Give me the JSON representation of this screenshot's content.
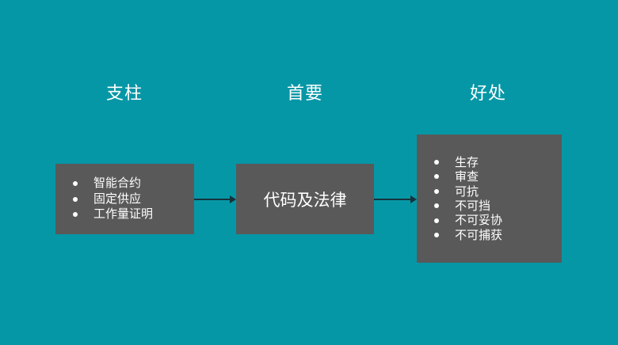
{
  "colors": {
    "background": "#0697a6",
    "box_fill": "#595959",
    "arrow": "#16323c",
    "text": "#ffffff"
  },
  "headers": [
    {
      "label": "支柱"
    },
    {
      "label": "首要"
    },
    {
      "label": "好处"
    }
  ],
  "diagram": {
    "pillars": {
      "items": [
        "智能合约",
        "固定供应",
        "工作量证明"
      ]
    },
    "primary": {
      "label": "代码及法律"
    },
    "benefits": {
      "items": [
        "生存",
        "审查",
        "可抗",
        "不可挡",
        "不可妥协",
        "不可捕获"
      ]
    }
  }
}
